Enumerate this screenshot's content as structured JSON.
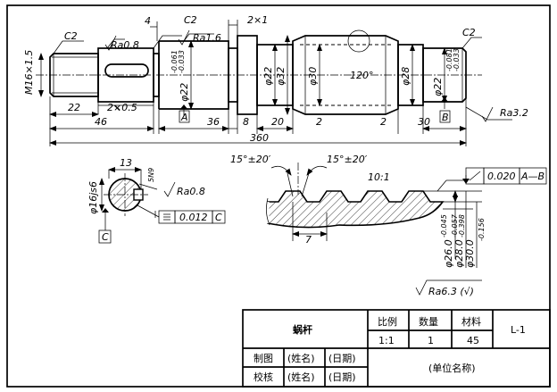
{
  "shaft": {
    "chamfer_left": "C2",
    "chamfer_mid": "C2",
    "chamfer_right": "C2",
    "thread": "M16×1.5",
    "roughness_keyway": "Ra0.8",
    "roughness_bearing": "Ra1.6",
    "roughness_general": "Ra3.2",
    "dim_4": "4",
    "dim_groove_top": "2×1",
    "dim_groove_bottom": "2×0.5",
    "diam_22": "φ22",
    "tol_22_upper": "-0.061",
    "tol_22_lower": "-0.033",
    "diam_22b": "φ22",
    "diam_32": "φ32",
    "diam_30": "φ30",
    "angle_120": "120°",
    "diam_28": "φ28",
    "diam_22r": "φ22",
    "tol_22r_upper": "-0.081",
    "tol_22r_lower": "-0.033",
    "datum_a": "A",
    "datum_b": "B",
    "dim_22": "22",
    "dim_46": "46",
    "dim_36": "36",
    "dim_8": "8",
    "dim_20": "20",
    "dim_2a": "2",
    "dim_2b": "2",
    "dim_30": "30",
    "dim_360": "360"
  },
  "section": {
    "dim_13": "13",
    "keyway_tol": "5N9",
    "diam_16": "φ16js6",
    "roughness": "Ra0.8",
    "symmetry_value": "0.012",
    "symmetry_datum": "C",
    "datum_c": "C"
  },
  "tooth_detail": {
    "angle_left": "15°±20′",
    "angle_right": "15°±20′",
    "scale": "10:1",
    "pitch": "7",
    "runout_value": "0.020",
    "runout_datum": "A—B",
    "dia_1": "φ26.0",
    "dia_1_tol": "-0.045",
    "dia_2": "φ28.0",
    "dia_2_tol_upper": "-0.057",
    "dia_2_tol_lower": "-0.398",
    "dia_3": "φ30.0",
    "dia_3_tol": "-0.156"
  },
  "general_roughness": "Ra6.3 (√)",
  "title_block": {
    "part_name": "蜗杆",
    "scale_label": "比例",
    "qty_label": "数量",
    "material_label": "材料",
    "drawing_no": "L-1",
    "scale_value": "1:1",
    "qty_value": "1",
    "material_value": "45",
    "drawn_label": "制图",
    "checked_label": "校核",
    "name_placeholder_1": "(姓名)",
    "date_placeholder_1": "(日期)",
    "name_placeholder_2": "(姓名)",
    "date_placeholder_2": "(日期)",
    "company_placeholder": "(单位名称)"
  }
}
